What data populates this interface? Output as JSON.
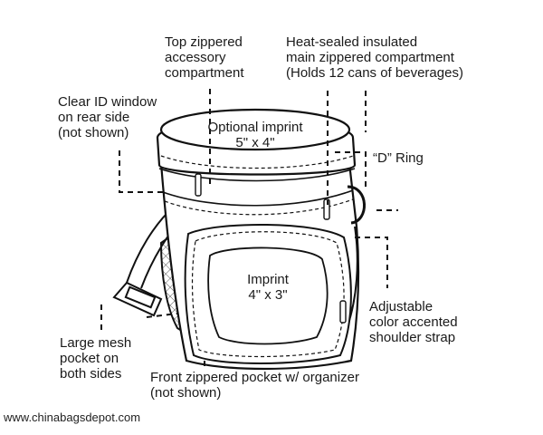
{
  "labels": {
    "top_pocket": [
      "Top zippered",
      "accessory",
      "compartment"
    ],
    "main_compartment": [
      "Heat-sealed insulated",
      "main zippered compartment",
      "(Holds 12 cans of beverages)"
    ],
    "id_window": [
      "Clear ID window",
      "on rear side",
      "(not shown)"
    ],
    "d_ring": [
      "“D” Ring"
    ],
    "optional_imprint": [
      "Optional imprint",
      "5\" x 4\""
    ],
    "imprint": [
      "Imprint",
      "4\" x 3\""
    ],
    "strap": [
      "Adjustable",
      "color accented",
      "shoulder strap"
    ],
    "mesh_pocket": [
      "Large mesh",
      "pocket on",
      "both sides"
    ],
    "front_pocket": [
      "Front zippered pocket w/ organizer",
      "(not shown)"
    ]
  },
  "footer": "www.chinabagsdepot.com"
}
